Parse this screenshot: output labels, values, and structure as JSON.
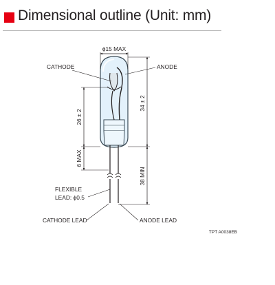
{
  "header": {
    "title": "Dimensional outline (Unit: mm)",
    "accent": "#e60012"
  },
  "drawing": {
    "dims": {
      "diameter": "ϕ15 MAX",
      "overall_height": "34 ± 2",
      "electrode_height": "26 ± 2",
      "base_length": "6 MAX",
      "lead_length": "38 MIN"
    },
    "labels": {
      "cathode": "CATHODE",
      "anode": "ANODE",
      "flexible_line1": "FLEXIBLE",
      "flexible_line2": "LEAD: ϕ0.5",
      "cathode_lead": "CATHODE LEAD",
      "anode_lead": "ANODE LEAD"
    },
    "code": "TPT A0038EB",
    "colors": {
      "glass": "#e3f1fb",
      "glass_outline": "#3a4a55",
      "line": "#231f20"
    }
  }
}
